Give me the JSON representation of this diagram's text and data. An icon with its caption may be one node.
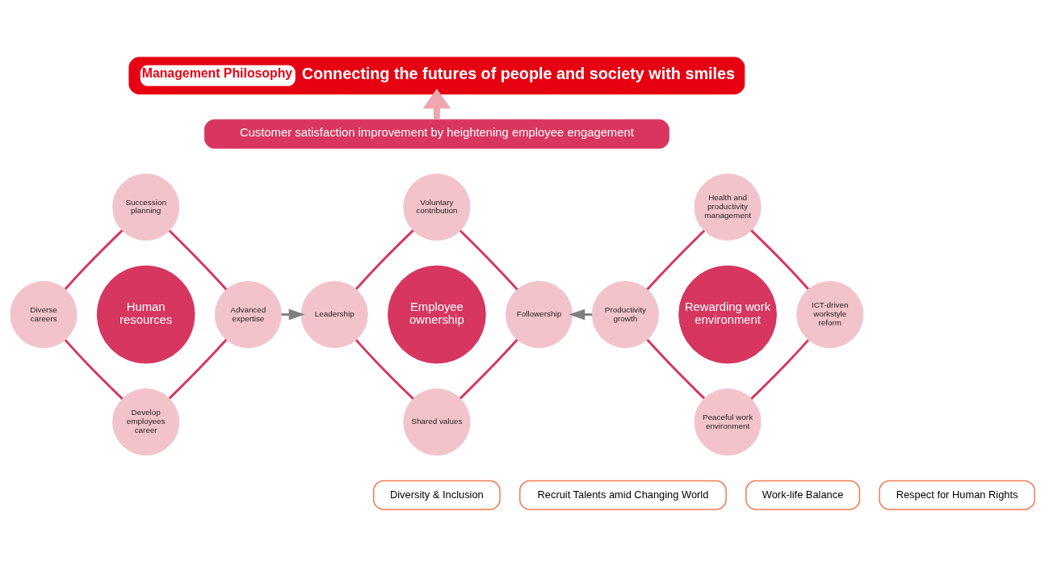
{
  "diagram": {
    "nodes": [
      {
        "text": [
          "Management Philosophy",
          "Connecting the futures of people and society with smiles"
        ]
      },
      {
        "text": [
          "Customer satisfaction improvement by heightening employee engagement"
        ]
      },
      {
        "text": [
          "Human resources"
        ]
      },
      {
        "text": [
          "Succession planning"
        ]
      },
      {
        "text": [
          "Diverse careers"
        ]
      },
      {
        "text": [
          "Advanced expertise"
        ]
      },
      {
        "text": [
          "Develop employees career"
        ]
      },
      {
        "text": [
          "Employee ownership"
        ]
      },
      {
        "text": [
          "Voluntary contribution"
        ]
      },
      {
        "text": [
          "Leadership"
        ]
      },
      {
        "text": [
          "Followership"
        ]
      },
      {
        "text": [
          "Shared values"
        ]
      },
      {
        "text": [
          "Rewarding work environment"
        ]
      },
      {
        "text": [
          "Health and productivity management"
        ]
      },
      {
        "text": [
          "Productivity growth"
        ]
      },
      {
        "text": [
          "ICT-driven workstyle reform"
        ]
      },
      {
        "text": [
          "Peaceful work environment"
        ]
      },
      {
        "text": [
          "Recruit Talents amid Changing World"
        ]
      },
      {
        "text": [
          "Diversity & Inclusion"
        ]
      },
      {
        "text": [
          "Work-life Balance"
        ]
      },
      {
        "text": [
          "Respect for Human Rights"
        ]
      }
    ],
    "edges": [
      {
        "from": 1,
        "to": 0,
        "arrow": "to",
        "style": "thick",
        "color": "#eea7b0"
      },
      {
        "from": 6,
        "to": 4,
        "arrow": "none"
      },
      {
        "from": 6,
        "to": 5,
        "arrow": "none"
      },
      {
        "from": 4,
        "to": 3,
        "arrow": "none"
      },
      {
        "from": 5,
        "to": 3,
        "arrow": "none"
      },
      {
        "from": 11,
        "to": 9,
        "arrow": "none"
      },
      {
        "from": 11,
        "to": 10,
        "arrow": "none"
      },
      {
        "from": 9,
        "to": 8,
        "arrow": "none"
      },
      {
        "from": 10,
        "to": 8,
        "arrow": "none"
      },
      {
        "from": 16,
        "to": 14,
        "arrow": "none"
      },
      {
        "from": 16,
        "to": 15,
        "arrow": "none"
      },
      {
        "from": 14,
        "to": 13,
        "arrow": "none"
      },
      {
        "from": 15,
        "to": 13,
        "arrow": "none"
      },
      {
        "from": 5,
        "to": 9,
        "arrow": "to",
        "color": "#7f7f7f"
      },
      {
        "from": 14,
        "to": 10,
        "arrow": "to",
        "color": "#7f7f7f"
      }
    ]
  }
}
